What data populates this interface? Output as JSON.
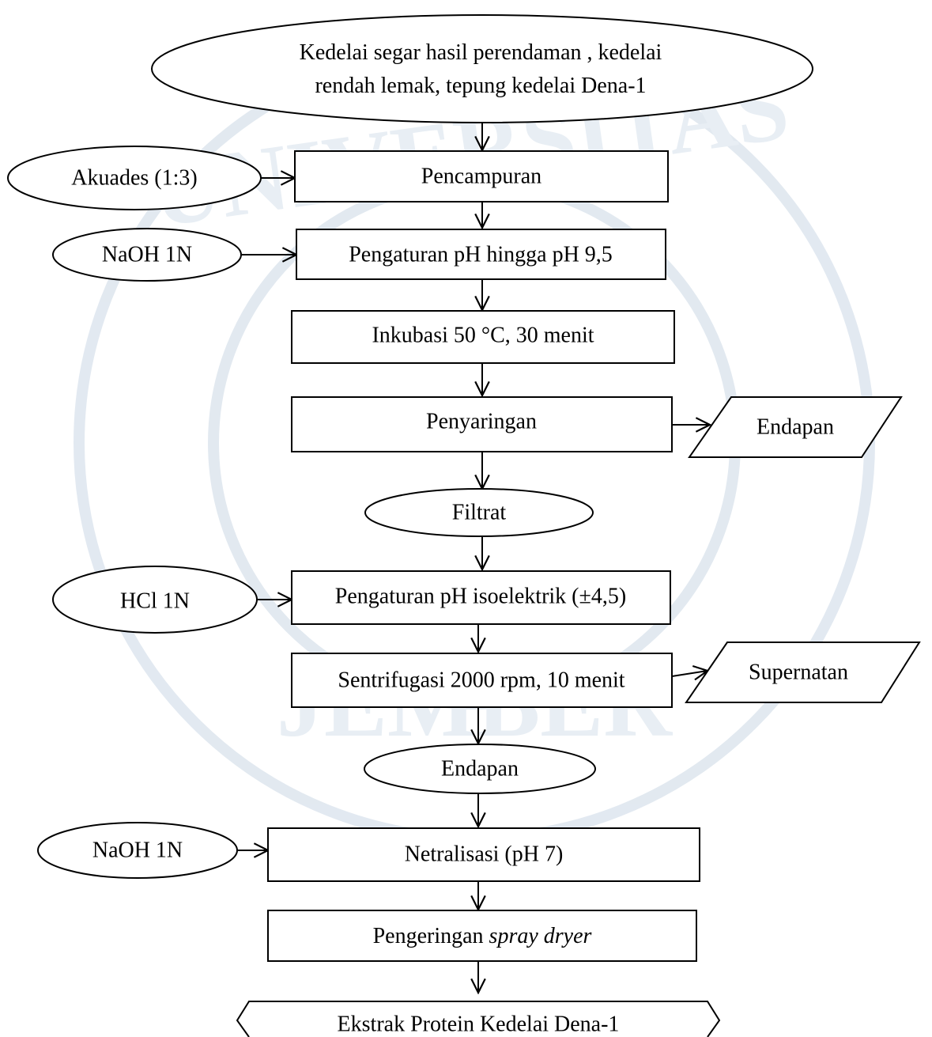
{
  "watermark": {
    "lines": [
      "UNIVERSITAS",
      "JEMBER"
    ]
  },
  "nodes": {
    "start": {
      "line1": "Kedelai segar hasil perendaman , kedelai",
      "line2": "rendah lemak, tepung kedelai Dena-1"
    },
    "akuades": "Akuades (1:3)",
    "pencampuran": "Pencampuran",
    "naoh1": "NaOH 1N",
    "ph95": "Pengaturan pH hingga pH 9,5",
    "inkubasi": "Inkubasi 50 °C, 30 menit",
    "penyaringan": "Penyaringan",
    "endapan_out": "Endapan",
    "filtrat": "Filtrat",
    "hcl": "HCl 1N",
    "ph_iso": "Pengaturan pH isoelektrik (±4,5)",
    "sentrifugasi": "Sentrifugasi 2000 rpm, 10 menit",
    "supernatan": "Supernatan",
    "endapan": "Endapan",
    "naoh2": "NaOH 1N",
    "netralisasi": "Netralisasi (pH 7)",
    "pengeringan": {
      "text": "Pengeringan ",
      "italic": "spray dryer"
    },
    "result": "Ekstrak Protein Kedelai Dena-1"
  }
}
